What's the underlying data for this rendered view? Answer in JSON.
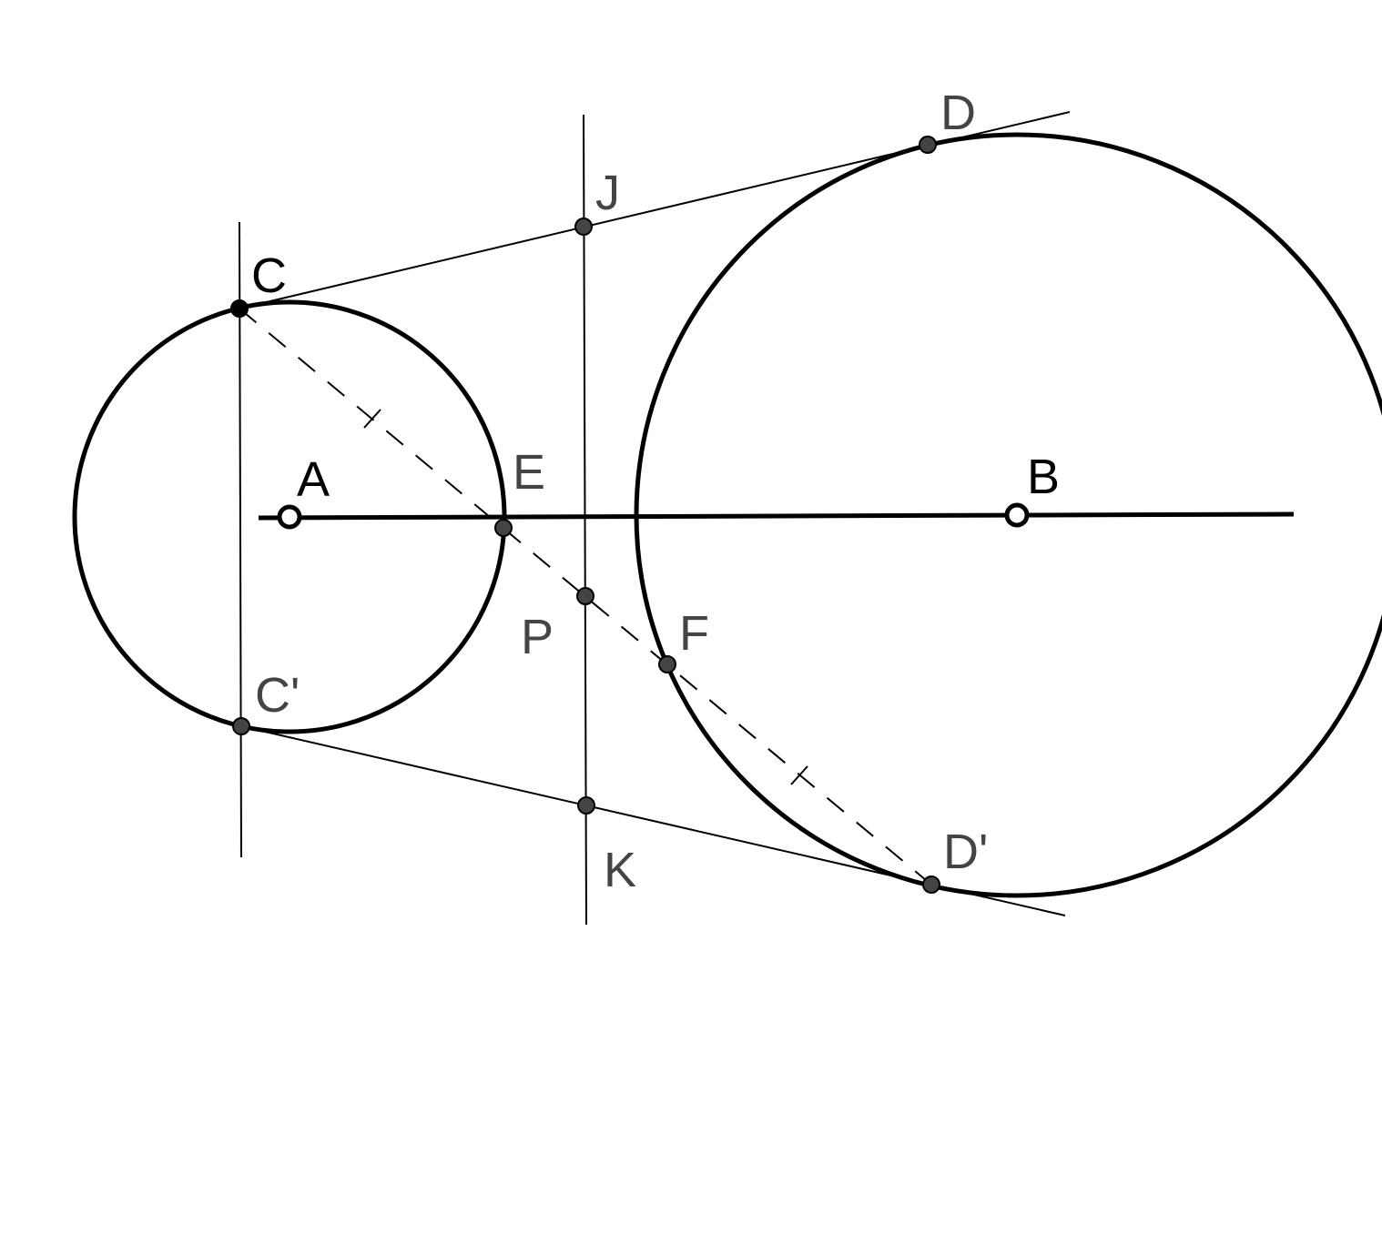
{
  "labels": {
    "A": "A",
    "B": "B",
    "C": "C",
    "C_prime": "C'",
    "D": "D",
    "D_prime": "D'",
    "E": "E",
    "F": "F",
    "J": "J",
    "K": "K",
    "P": "P"
  }
}
